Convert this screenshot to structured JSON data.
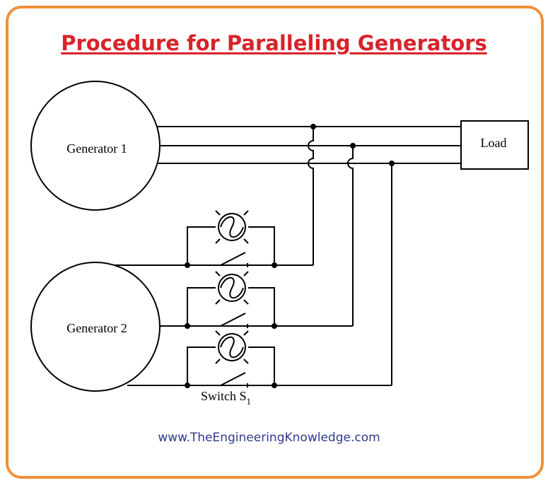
{
  "title": "Procedure for Paralleling Generators",
  "diagram": {
    "generator1_label": "Generator 1",
    "generator2_label": "Generator 2",
    "load_label": "Load",
    "switch_label": "Switch S",
    "switch_subscript": "1"
  },
  "footer": "www.TheEngineeringKnowledge.com",
  "colors": {
    "frame": "#f0903a",
    "title": "#d8232a",
    "footer": "#2e3b8f"
  }
}
